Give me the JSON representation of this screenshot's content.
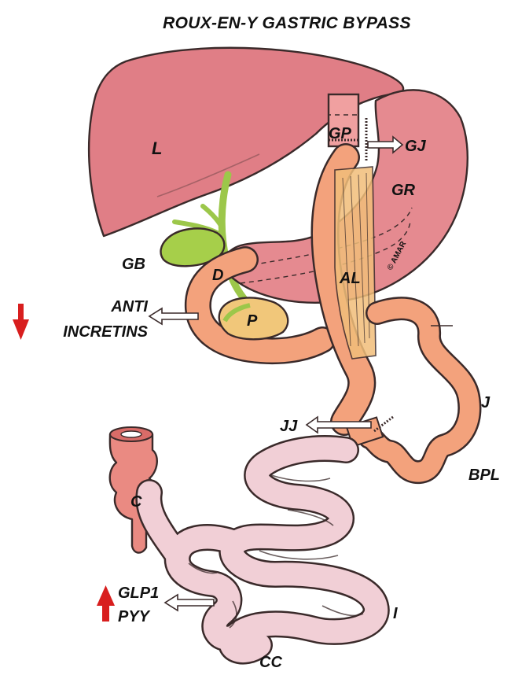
{
  "title": "ROUX-EN-Y GASTRIC BYPASS",
  "labels": {
    "liver": "L",
    "gastric_pouch": "GP",
    "gastrojejunostomy": "GJ",
    "gastric_remnant": "GR",
    "gallbladder": "GB",
    "duodenum": "D",
    "pancreas": "P",
    "alimentary_limb": "AL",
    "anti": "ANTI",
    "incretins": "INCRETINS",
    "jejunojejunostomy": "JJ",
    "jejunum": "J",
    "biliopancreatic_limb": "BPL",
    "colon": "C",
    "glp1": "GLP1",
    "pyy": "PYY",
    "ileum": "I",
    "common_channel": "CC"
  },
  "signature": "© AMAR",
  "colors": {
    "liver": "#e07e86",
    "stomach": "#e58a90",
    "pouch": "#f0a0a0",
    "bowel_orange": "#f3a27c",
    "bowel_pink": "#f1cfd6",
    "colon": "#ea8a82",
    "bile": "#9cc74a",
    "pancreas": "#f1c77a",
    "alimentary": "#f1be7a",
    "arrow_red": "#d81e1e"
  },
  "icons": [
    "down-arrow-icon",
    "up-arrow-icon"
  ]
}
